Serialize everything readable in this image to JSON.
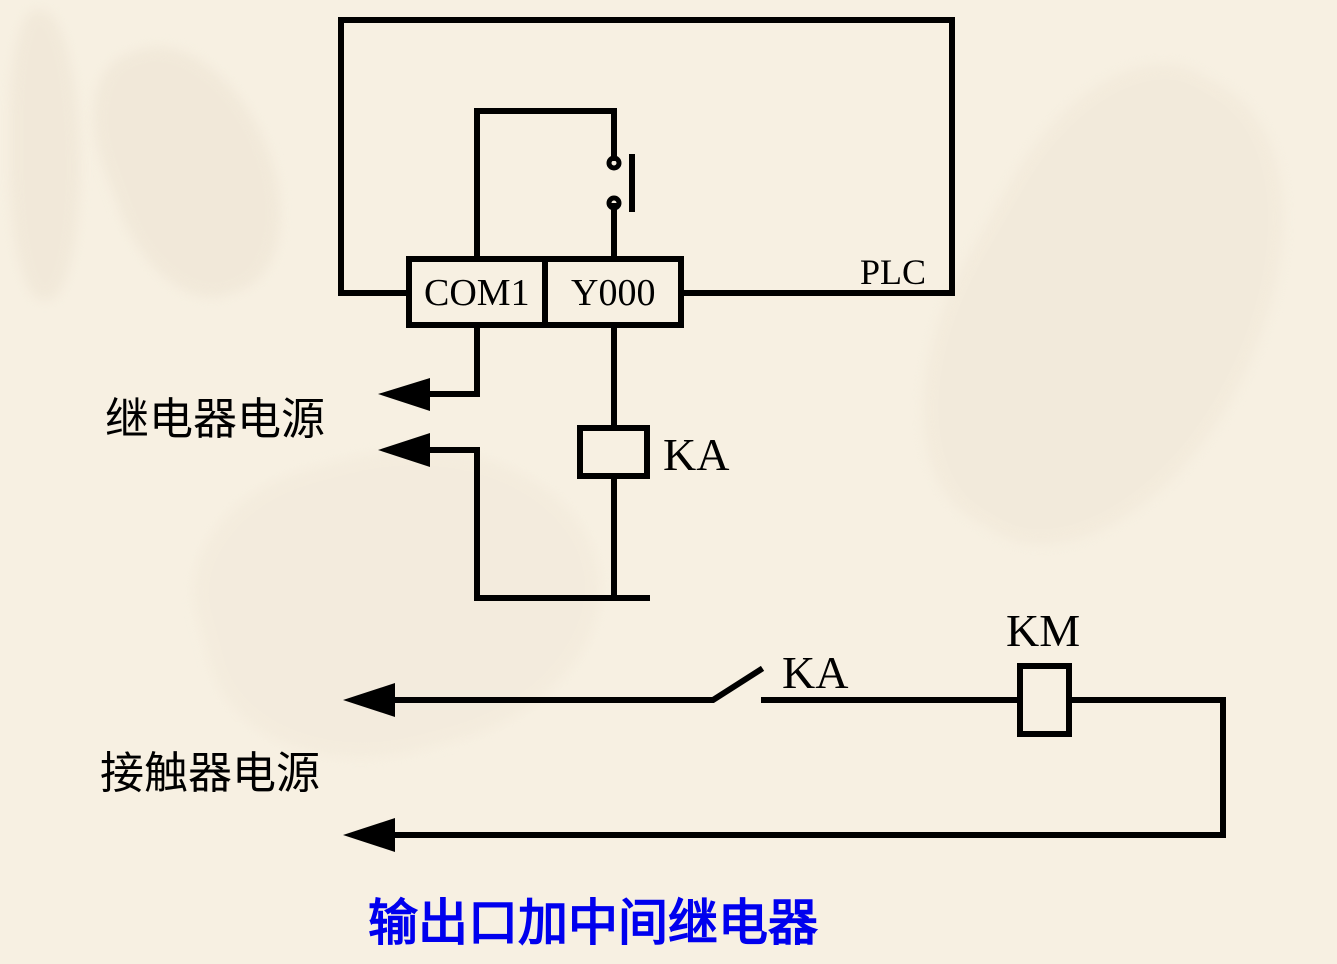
{
  "diagram": {
    "plc_label": "PLC",
    "terminals": {
      "com": "COM1",
      "output": "Y000"
    },
    "relay_coil_label": "KA",
    "relay_contact_label": "KA",
    "contactor_coil_label": "KM",
    "relay_power_label": "继电器电源",
    "contactor_power_label": "接触器电源",
    "caption": "输出口加中间继电器"
  },
  "colors": {
    "background": "#f7f0e2",
    "line": "#000000",
    "caption": "#0000ee"
  }
}
